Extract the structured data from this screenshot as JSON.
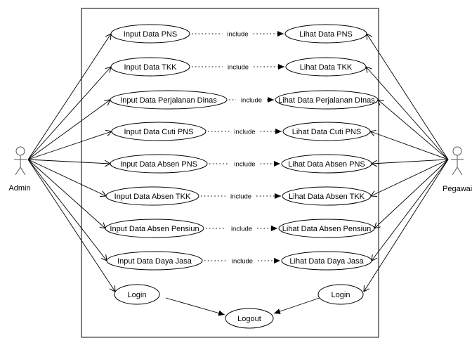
{
  "actors": {
    "admin": "Admin",
    "pegawai": "Pegawai"
  },
  "include_label": "include",
  "use_cases": {
    "input": [
      "Input Data PNS",
      "Input Data TKK",
      "Input Data Perjalanan Dinas",
      "Input Data Cuti PNS",
      "Input Data Absen PNS",
      "Input Data Absen TKK",
      "Input Data Absen Pensiun",
      "Input Data Daya Jasa"
    ],
    "lihat": [
      "Lihat Data PNS",
      "Lihat Data TKK",
      "Lihat Data Perjalanan DInas",
      "Lihat Data Cuti PNS",
      "Lihat Data Absen PNS",
      "Lihat Data Absen TKK",
      "Lihat Data Absen Pensiun",
      "Lihat Data Daya Jasa"
    ],
    "login_admin": "Login",
    "login_pegawai": "Login",
    "logout": "Logout"
  },
  "colors": {
    "line": "#000000",
    "fill": "#ffffff",
    "actor_stroke": "#555555"
  }
}
